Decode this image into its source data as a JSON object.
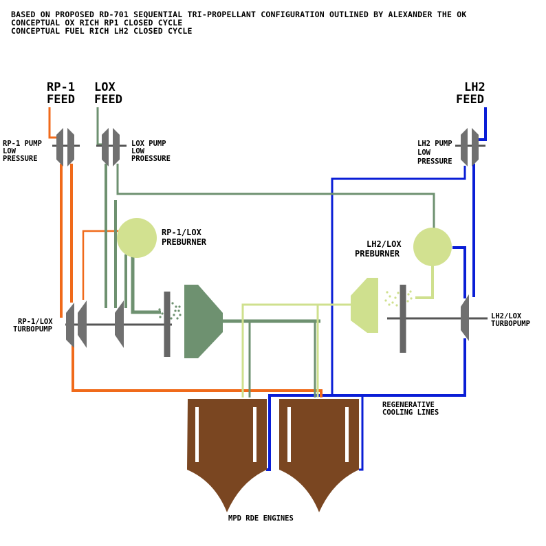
{
  "header": {
    "line1": "BASED ON PROPOSED RD-701 SEQUENTIAL TRI-PROPELLANT CONFIGURATION OUTLINED BY ALEXANDER THE OK",
    "line2": "CONCEPTUAL OX RICH RP1 CLOSED CYCLE",
    "line3": "CONCEPTUAL FUEL RICH LH2 CLOSED CYCLE"
  },
  "feeds": {
    "rp1": [
      "RP-1",
      "FEED"
    ],
    "lox": [
      "LOX",
      "FEED"
    ],
    "lh2": [
      "LH2",
      "FEED"
    ]
  },
  "labels": {
    "rp1_pump": [
      "RP-1 PUMP",
      "LOW",
      "PRESSURE"
    ],
    "lox_pump": [
      "LOX PUMP",
      "LOW",
      "PROESSURE"
    ],
    "lh2_pump": [
      "LH2 PUMP",
      "LOW",
      "PRESSURE"
    ],
    "rp1_preburner": [
      "RP-1/LOX",
      "PREBURNER"
    ],
    "lh2_preburner": [
      "LH2/LOX",
      "PREBURNER"
    ],
    "rp1_turbopump": [
      "RP-1/LOX",
      "TURBOPUMP"
    ],
    "lh2_turbopump": [
      "LH2/LOX",
      "TURBOPUMP"
    ],
    "regen": [
      "REGENERATIVE",
      "COOLING LINES"
    ],
    "engines": "MPD RDE ENGINES"
  },
  "colors": {
    "rp1": "#f06a1a",
    "lox": "#6e9170",
    "lh2": "#0a1ed6",
    "lh2_gas": "#cfe08e",
    "preburner": "#d2e190",
    "shaft": "#555555",
    "pump": "#707070",
    "engine": "#7a4621"
  }
}
